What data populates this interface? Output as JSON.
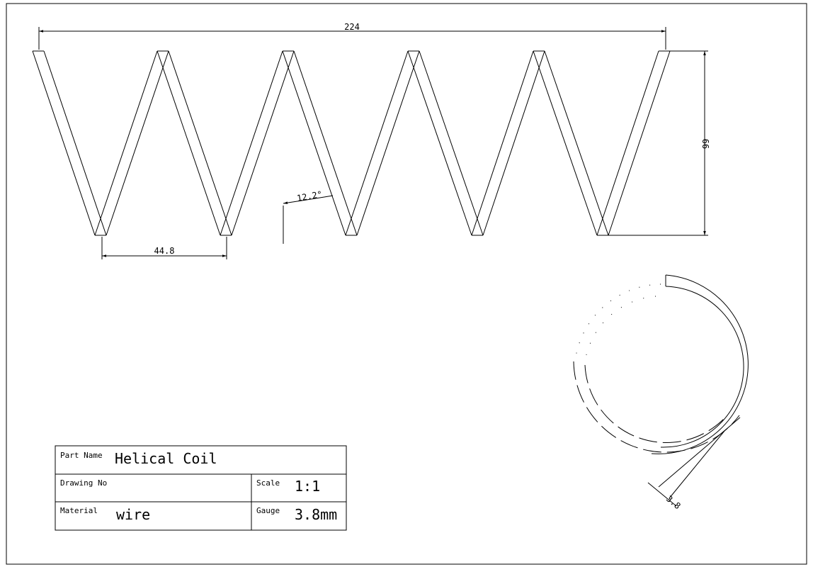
{
  "dimensions": {
    "overall_length": "224",
    "height": "66",
    "pitch": "44.8",
    "helix_angle": "12.2°",
    "wire_dia": "3.8"
  },
  "title_block": {
    "part_name_label": "Part Name",
    "part_name": "Helical Coil",
    "drawing_no_label": "Drawing No",
    "drawing_no": "",
    "scale_label": "Scale",
    "scale": "1:1",
    "material_label": "Material",
    "material": "wire",
    "gauge_label": "Gauge",
    "gauge": "3.8mm"
  },
  "colors": {
    "line": "#000000",
    "background": "#ffffff"
  }
}
